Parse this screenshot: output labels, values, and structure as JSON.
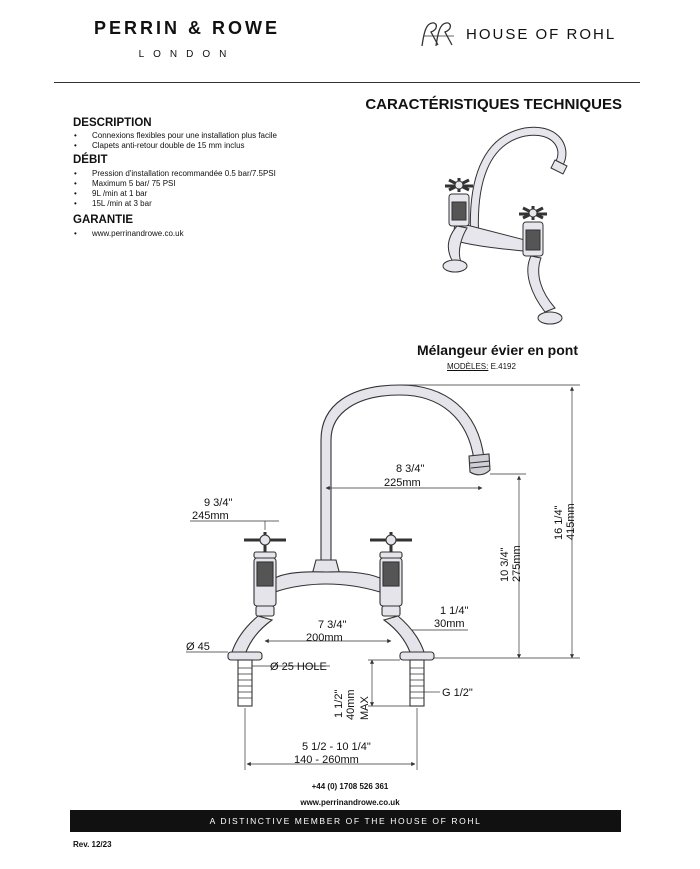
{
  "header": {
    "brand": "PERRIN & ROWE",
    "brand_sub": "LONDON",
    "partner": "HOUSE OF ROHL"
  },
  "title": "CARACTÉRISTIQUES TECHNIQUES",
  "description": {
    "heading": "DESCRIPTION",
    "items": [
      "Connexions flexibles pour une installation plus facile",
      "Clapets anti-retour double de 15 mm inclus"
    ]
  },
  "debit": {
    "heading": "DÉBIT",
    "items": [
      "Pression d'installation recommandée 0.5 bar/7.5PSI",
      "Maximum 5 bar/ 75 PSI",
      "9L /min at 1 bar",
      "15L /min at 3 bar"
    ]
  },
  "garantie": {
    "heading": "GARANTIE",
    "items": [
      "www.perrinandrowe.co.uk"
    ]
  },
  "product": {
    "title": "Mélangeur évier en pont",
    "models_label": "MODÈLES:",
    "models_value": "E.4192"
  },
  "dimensions": {
    "spout_reach_in": "8 3/4\"",
    "spout_reach_mm": "225mm",
    "width_in": "9 3/4\"",
    "width_mm": "245mm",
    "height_total_in": "16 1/4\"",
    "height_total_mm": "415mm",
    "height_spout_in": "10 3/4\"",
    "height_spout_mm": "275mm",
    "bridge_in": "7 3/4\"",
    "bridge_mm": "200mm",
    "base_in": "1 1/4\"",
    "base_mm": "30mm",
    "base_dia": "Ø 45",
    "hole": "Ø 25 HOLE",
    "thread": "G 1/2\"",
    "shank_in": "1 1/2\"",
    "shank_mm": "40mm",
    "shank_max": "MAX",
    "centres_in": "5 1/2 - 10 1/4\"",
    "centres_mm": "140 - 260mm"
  },
  "footer": {
    "phone": "+44 (0) 1708 526 361",
    "website": "www.perrinandrowe.co.uk",
    "tagline": "A DISTINCTIVE MEMBER OF THE HOUSE OF ROHL",
    "revision": "Rev. 12/23"
  }
}
